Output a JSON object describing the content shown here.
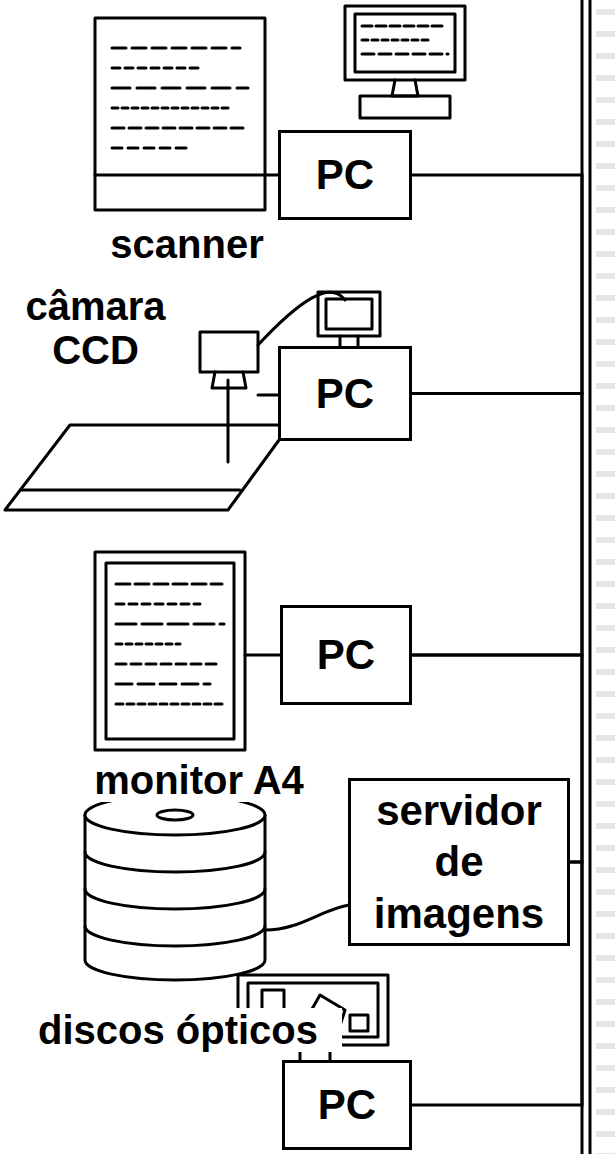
{
  "diagram": {
    "nodes": [
      {
        "text": [
          "PC"
        ]
      },
      {
        "text": [
          "PC"
        ]
      },
      {
        "text": [
          "PC"
        ]
      },
      {
        "text": [
          "servidor de imagens"
        ]
      },
      {
        "text": [
          "PC"
        ]
      }
    ],
    "edges": [
      {
        "from": 0,
        "to": 1,
        "arrow": "none"
      },
      {
        "from": 1,
        "to": 2,
        "arrow": "none"
      },
      {
        "from": 2,
        "to": 3,
        "arrow": "none"
      },
      {
        "from": 3,
        "to": 4,
        "arrow": "none"
      }
    ],
    "labels": [
      "scanner",
      "câmara CCD",
      "monitor A4",
      "discos ópticos"
    ]
  }
}
